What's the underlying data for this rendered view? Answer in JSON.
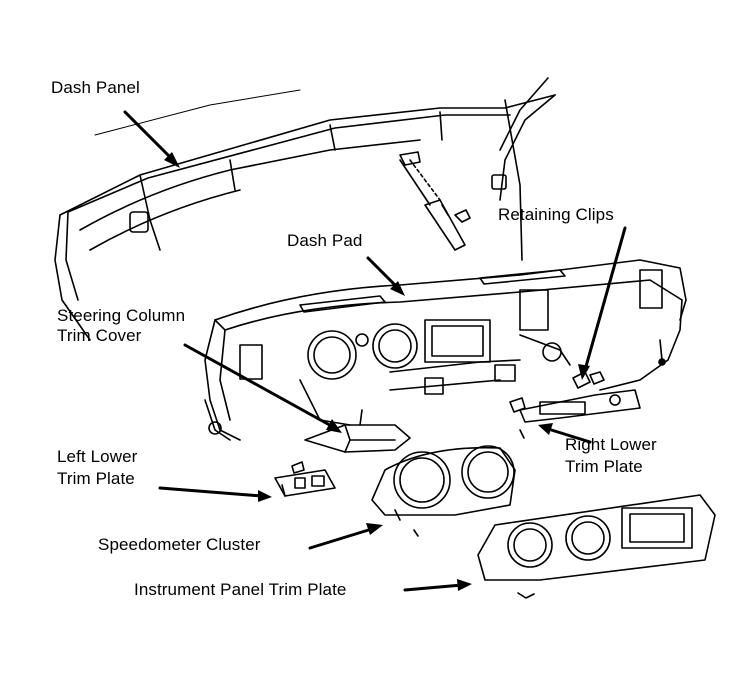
{
  "labels": {
    "dash_panel": "Dash Panel",
    "dash_pad": "Dash Pad",
    "retaining_clips": "Retaining Clips",
    "steering_column_line1": "Steering Column",
    "steering_column_line2": "Trim Cover",
    "left_lower_line1": "Left Lower",
    "left_lower_line2": "Trim Plate",
    "right_lower_line1": "Right Lower",
    "right_lower_line2": "Trim Plate",
    "speedometer_cluster": "Speedometer Cluster",
    "instrument_panel_trim_plate": "Instrument Panel Trim Plate"
  },
  "colors": {
    "ink": "#000000",
    "paper": "#ffffff"
  }
}
